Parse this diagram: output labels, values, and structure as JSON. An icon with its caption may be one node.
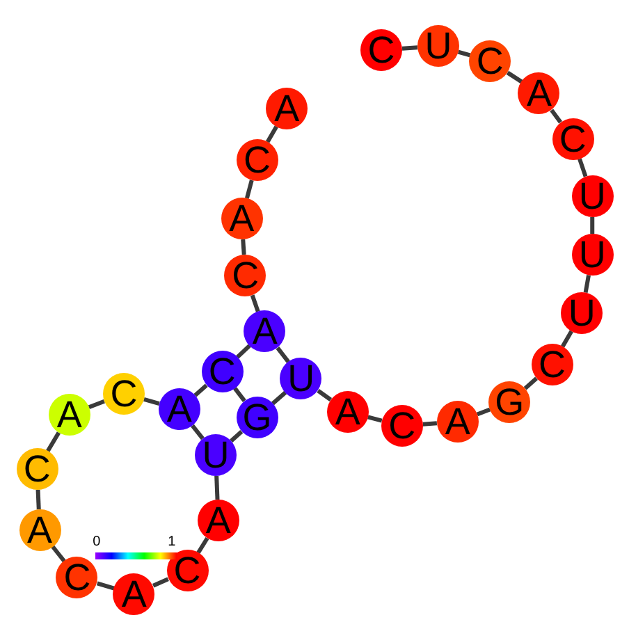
{
  "diagram": {
    "nodes": [
      {
        "text": [
          "A"
        ]
      },
      {
        "text": [
          "C"
        ]
      },
      {
        "text": [
          "A"
        ]
      },
      {
        "text": [
          "C"
        ]
      },
      {
        "text": [
          "A"
        ]
      },
      {
        "text": [
          "C"
        ]
      },
      {
        "text": [
          "A"
        ]
      },
      {
        "text": [
          "C"
        ]
      },
      {
        "text": [
          "A"
        ]
      },
      {
        "text": [
          "C"
        ]
      },
      {
        "text": [
          "A"
        ]
      },
      {
        "text": [
          "C"
        ]
      },
      {
        "text": [
          "A"
        ]
      },
      {
        "text": [
          "C"
        ]
      },
      {
        "text": [
          "A"
        ]
      },
      {
        "text": [
          "U"
        ]
      },
      {
        "text": [
          "G"
        ]
      },
      {
        "text": [
          "U"
        ]
      },
      {
        "text": [
          "A"
        ]
      },
      {
        "text": [
          "C"
        ]
      },
      {
        "text": [
          "A"
        ]
      },
      {
        "text": [
          "G"
        ]
      },
      {
        "text": [
          "C"
        ]
      },
      {
        "text": [
          "U"
        ]
      },
      {
        "text": [
          "U"
        ]
      },
      {
        "text": [
          "U"
        ]
      },
      {
        "text": [
          "C"
        ]
      },
      {
        "text": [
          "A"
        ]
      },
      {
        "text": [
          "C"
        ]
      },
      {
        "text": [
          "U"
        ]
      },
      {
        "text": [
          "C"
        ]
      }
    ],
    "edges": [
      {
        "from": 0,
        "to": 1,
        "arrow": "none"
      },
      {
        "from": 1,
        "to": 2,
        "arrow": "none"
      },
      {
        "from": 2,
        "to": 3,
        "arrow": "none"
      },
      {
        "from": 3,
        "to": 4,
        "arrow": "none"
      },
      {
        "from": 4,
        "to": 5,
        "arrow": "none"
      },
      {
        "from": 5,
        "to": 6,
        "arrow": "none"
      },
      {
        "from": 6,
        "to": 7,
        "arrow": "none"
      },
      {
        "from": 7,
        "to": 8,
        "arrow": "none"
      },
      {
        "from": 8,
        "to": 9,
        "arrow": "none"
      },
      {
        "from": 9,
        "to": 10,
        "arrow": "none"
      },
      {
        "from": 10,
        "to": 11,
        "arrow": "none"
      },
      {
        "from": 11,
        "to": 12,
        "arrow": "none"
      },
      {
        "from": 12,
        "to": 13,
        "arrow": "none"
      },
      {
        "from": 13,
        "to": 14,
        "arrow": "none"
      },
      {
        "from": 14,
        "to": 15,
        "arrow": "none"
      },
      {
        "from": 15,
        "to": 16,
        "arrow": "none"
      },
      {
        "from": 16,
        "to": 17,
        "arrow": "none"
      },
      {
        "from": 17,
        "to": 18,
        "arrow": "none"
      },
      {
        "from": 18,
        "to": 19,
        "arrow": "none"
      },
      {
        "from": 19,
        "to": 20,
        "arrow": "none"
      },
      {
        "from": 20,
        "to": 21,
        "arrow": "none"
      },
      {
        "from": 21,
        "to": 22,
        "arrow": "none"
      },
      {
        "from": 22,
        "to": 23,
        "arrow": "none"
      },
      {
        "from": 23,
        "to": 24,
        "arrow": "none"
      },
      {
        "from": 24,
        "to": 25,
        "arrow": "none"
      },
      {
        "from": 25,
        "to": 26,
        "arrow": "none"
      },
      {
        "from": 26,
        "to": 27,
        "arrow": "none"
      },
      {
        "from": 27,
        "to": 28,
        "arrow": "none"
      },
      {
        "from": 28,
        "to": 29,
        "arrow": "none"
      },
      {
        "from": 29,
        "to": 30,
        "arrow": "none"
      },
      {
        "from": 4,
        "to": 17,
        "arrow": "none"
      },
      {
        "from": 5,
        "to": 16,
        "arrow": "none"
      },
      {
        "from": 6,
        "to": 15,
        "arrow": "none"
      }
    ],
    "labels": [
      "0",
      "1"
    ]
  }
}
